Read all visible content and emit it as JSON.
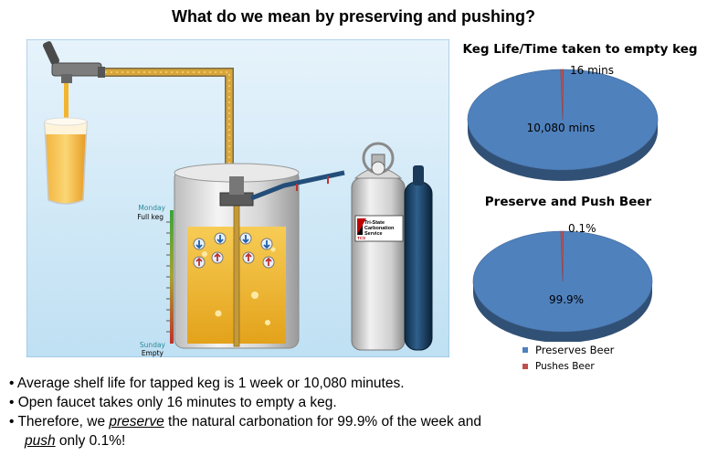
{
  "title": "What do we mean by preserving and pushing?",
  "diagram": {
    "scale_top_day": "Monday",
    "scale_top_label": "Full keg",
    "scale_bottom_day": "Sunday",
    "scale_bottom_label": "Empty",
    "tank_label_line1": "Tri-State",
    "tank_label_line2": "Carbonation",
    "tank_label_line3": "Service",
    "tank_logo": "TCS"
  },
  "charts": {
    "keg_life": {
      "title": "Keg Life/Time taken to empty keg",
      "large_label": "10,080 mins",
      "small_label": "16 mins"
    },
    "preserve_push": {
      "title": "Preserve and Push Beer",
      "large_label": "99.9%",
      "small_label": "0.1%"
    }
  },
  "chart_data": [
    {
      "type": "pie",
      "title": "Keg Life/Time taken to empty keg",
      "categories": [
        "Preserves Beer",
        "Pushes Beer"
      ],
      "values": [
        10080,
        16
      ],
      "data_labels": [
        "10,080 mins",
        "16 mins"
      ],
      "colors": [
        "#4f81bd",
        "#c0504d"
      ]
    },
    {
      "type": "pie",
      "title": "Preserve and Push Beer",
      "categories": [
        "Preserves Beer",
        "Pushes Beer"
      ],
      "values": [
        99.9,
        0.1
      ],
      "data_labels": [
        "99.9%",
        "0.1%"
      ],
      "colors": [
        "#4f81bd",
        "#c0504d"
      ],
      "legend": "bottom"
    }
  ],
  "legend": {
    "item1": "Preserves Beer",
    "item2": "Pushes Beer",
    "color1": "#4f81bd",
    "color2": "#c0504d"
  },
  "bullets": {
    "b1": "Average shelf life for tapped keg is 1 week or 10,080 minutes.",
    "b2": "Open faucet takes only 16 minutes to empty a keg.",
    "b3_pre": "Therefore, we ",
    "b3_em": "preserve",
    "b3_post": " the natural carbonation for 99.9% of the week and",
    "b4_em": "push",
    "b4_post": " only 0.1%!"
  }
}
